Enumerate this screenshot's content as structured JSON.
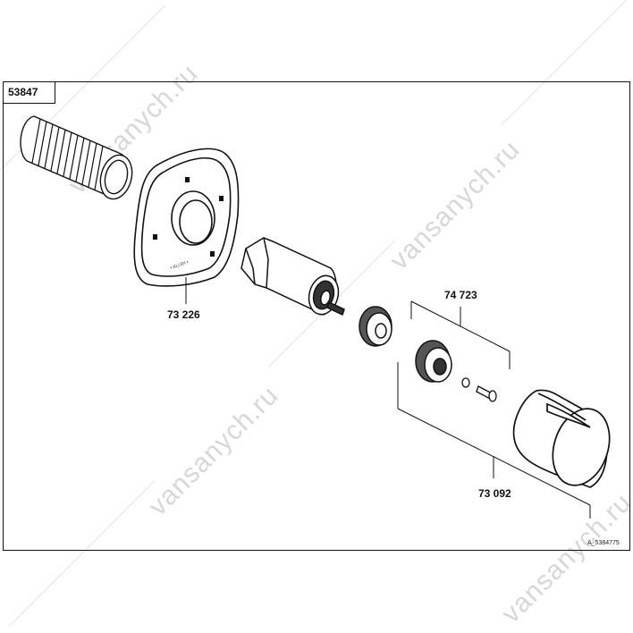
{
  "diagram": {
    "id_label": "53847",
    "part_labels": {
      "rosette": "73 226",
      "nut_kit": "74 723",
      "handle_kit": "73 092"
    },
    "drawing_code": "A_5384775",
    "engraving": "• KLUDI •",
    "watermark": "vansanych.ru",
    "colors": {
      "line": "#111111",
      "watermark": "#d7d7d7",
      "background": "#ffffff"
    }
  }
}
